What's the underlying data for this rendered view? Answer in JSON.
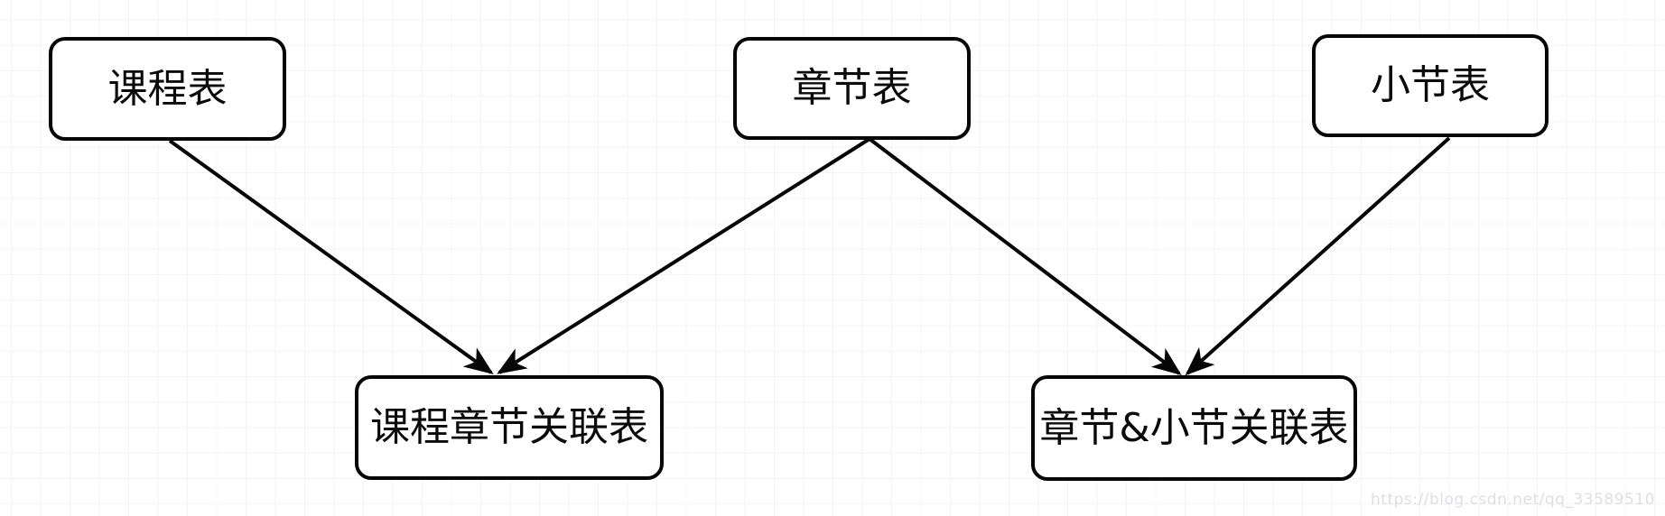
{
  "diagram": {
    "nodes": [
      {
        "id": "course",
        "label": "课程表"
      },
      {
        "id": "chapter",
        "label": "章节表"
      },
      {
        "id": "section",
        "label": "小节表"
      },
      {
        "id": "course_chapter",
        "label": "课程章节关联表"
      },
      {
        "id": "chapter_section",
        "label": "章节&小节关联表"
      }
    ],
    "edges": [
      {
        "from": "课程表",
        "to": "课程章节关联表"
      },
      {
        "from": "章节表",
        "to": "课程章节关联表"
      },
      {
        "from": "章节表",
        "to": "章节&小节关联表"
      },
      {
        "from": "小节表",
        "to": "章节&小节关联表"
      }
    ]
  },
  "watermark": {
    "text": "https://blog.csdn.net/qq_33589510"
  },
  "colors": {
    "background": "#ffffff",
    "grid_minor": "#f4f4f5",
    "grid_major": "#e8e8ea",
    "node_fill": "#ffffff",
    "node_border": "#060606",
    "edge": "#060606",
    "watermark": "#dfdfe3"
  }
}
